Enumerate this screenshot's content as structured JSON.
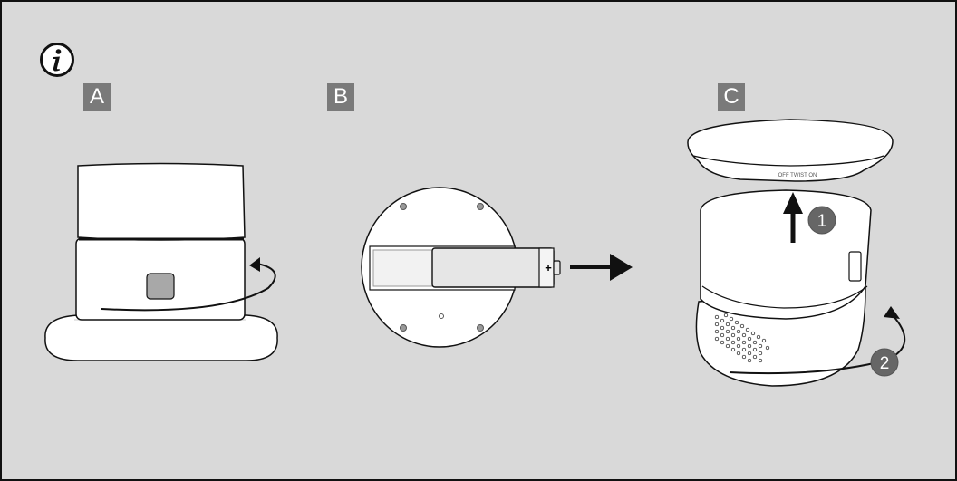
{
  "icons": {
    "info": "info-icon"
  },
  "steps": [
    {
      "label": "A"
    },
    {
      "label": "B"
    },
    {
      "label": "C"
    }
  ],
  "battery": {
    "polarity": "+"
  },
  "cover": {
    "switch_text": "OFF TWIST ON"
  },
  "markers": [
    "1",
    "2"
  ],
  "colors": {
    "panel": "#d9d9d9",
    "badge": "#7a7a7a",
    "battery_body": "#e6e6e6"
  }
}
